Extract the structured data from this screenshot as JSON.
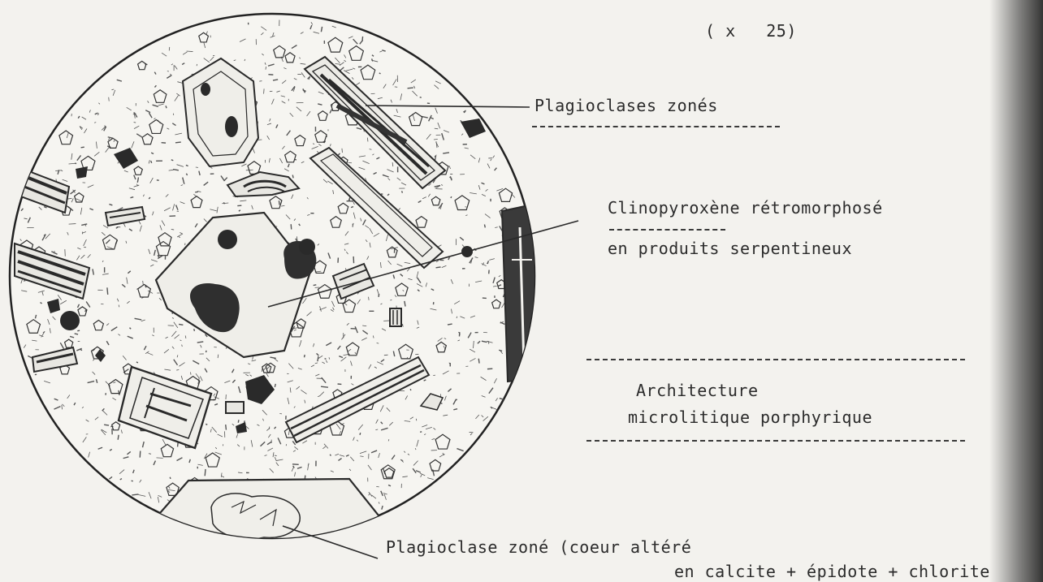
{
  "magnification": "( x   25)",
  "labels": {
    "plagioclases_zones": "Plagioclases zonés",
    "clinopyroxene_line1": "Clinopyroxène rétromorphosé",
    "clinopyroxene_line2": "en produits serpentineux",
    "architecture_line1": "Architecture",
    "architecture_line2": "microlitique porphyrique",
    "plagioclase_zone_line1": "Plagioclase zoné (coeur altéré",
    "plagioclase_zone_line2": "en calcite + épidote + chlorite"
  },
  "colors": {
    "paper": "#f3f2ee",
    "ink": "#2a2a2a"
  }
}
